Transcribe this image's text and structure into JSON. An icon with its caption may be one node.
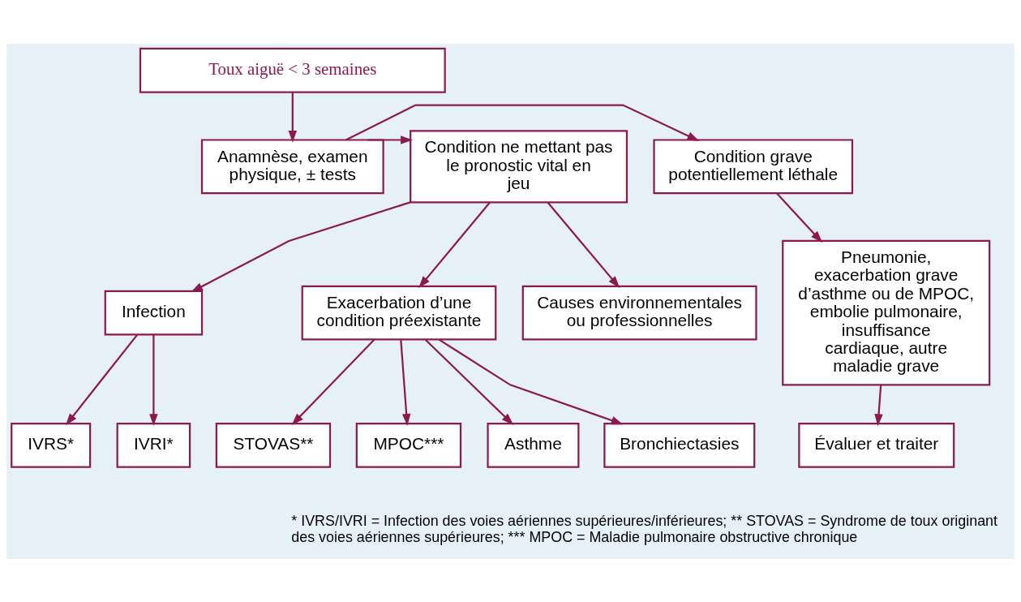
{
  "diagram": {
    "nodes": [
      {
        "text": [
          "Toux aiguë < 3 semaines"
        ]
      },
      {
        "text": [
          "Anamnèse, examen physique, ± tests"
        ]
      },
      {
        "text": [
          "Condition grave potentiellement léthale"
        ]
      },
      {
        "text": [
          "Condition ne mettant pas le pronostic vital en jeu"
        ]
      },
      {
        "text": [
          "Pneumonie, exacerbation grave d’asthme ou de MPOC, embolie pulmonaire, insuffisance cardiaque, autre maladie grave"
        ]
      },
      {
        "text": [
          "Infection"
        ]
      },
      {
        "text": [
          "Exacerbation d’une condition préexistante"
        ]
      },
      {
        "text": [
          "Causes environnementales ou professionnelles"
        ]
      },
      {
        "text": [
          "IVRS*"
        ]
      },
      {
        "text": [
          "IVRI*"
        ]
      },
      {
        "text": [
          "Asthme"
        ]
      },
      {
        "text": [
          "Bronchiectasies"
        ]
      },
      {
        "text": [
          "STOVAS**"
        ]
      },
      {
        "text": [
          "MPOC***"
        ]
      },
      {
        "text": [
          "Évaluer et traiter"
        ]
      }
    ],
    "edges": [
      {
        "from": 0,
        "to": 1,
        "arrow": "to"
      },
      {
        "from": 1,
        "to": 2,
        "arrow": "to"
      },
      {
        "from": 1,
        "to": 3,
        "arrow": "to"
      },
      {
        "from": 2,
        "to": 4,
        "arrow": "to"
      },
      {
        "from": 3,
        "to": 5,
        "arrow": "to"
      },
      {
        "from": 3,
        "to": 6,
        "arrow": "to"
      },
      {
        "from": 3,
        "to": 7,
        "arrow": "to"
      },
      {
        "from": 4,
        "to": 14,
        "arrow": "to"
      },
      {
        "from": 5,
        "to": 8,
        "arrow": "to"
      },
      {
        "from": 5,
        "to": 9,
        "arrow": "to"
      },
      {
        "from": 6,
        "to": 10,
        "arrow": "to"
      },
      {
        "from": 6,
        "to": 11,
        "arrow": "to"
      },
      {
        "from": 6,
        "to": 12,
        "arrow": "to"
      },
      {
        "from": 6,
        "to": 13,
        "arrow": "to"
      }
    ],
    "labels": [
      "* IVRS/IVRI = Infection des voies aériennes supérieures/inférieures; ** STOVAS = Syndrome de toux originant des voies aériennes supérieures; *** MPOC = Maladie pulmonaire obstructive chronique"
    ]
  }
}
